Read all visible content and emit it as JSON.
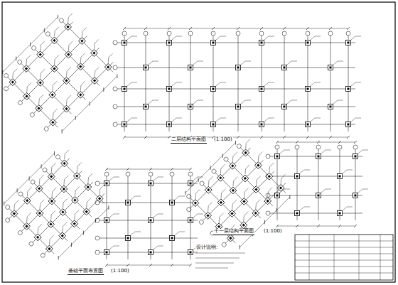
{
  "diagram": {
    "labels": [
      "二层结构平面图",
      "(1:100)",
      "基础平面布置图",
      "(1:100)",
      "十一层结构平面图",
      "(1:100)",
      "设计说明:"
    ]
  }
}
